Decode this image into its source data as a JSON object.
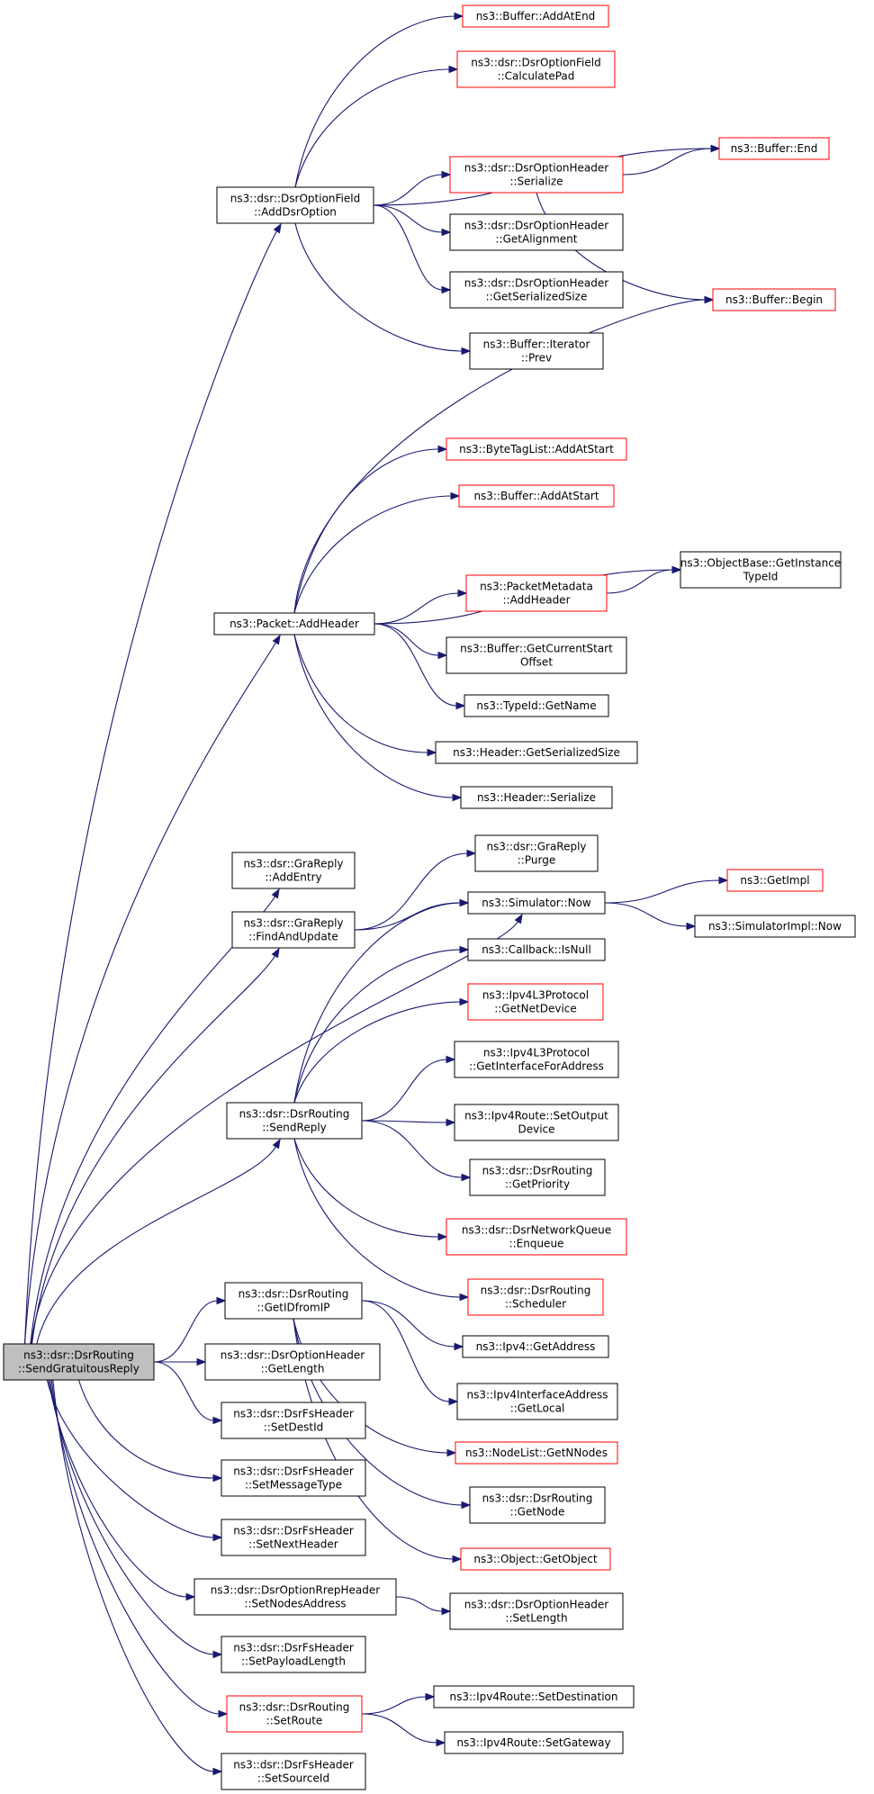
{
  "colors": {
    "edge": "#191970",
    "border_normal": "#000000",
    "border_truncated": "#ff0000",
    "root_fill": "#bfbfbf",
    "node_fill": "#ffffff"
  },
  "nodes": [
    {
      "id": "root",
      "lines": [
        "ns3::dsr::DsrRouting",
        "::SendGratuitousReply"
      ],
      "style": "root"
    },
    {
      "id": "addDsrOption",
      "lines": [
        "ns3::dsr::DsrOptionField",
        "::AddDsrOption"
      ],
      "style": "normal"
    },
    {
      "id": "bufAddAtEnd",
      "lines": [
        "ns3::Buffer::AddAtEnd"
      ],
      "style": "truncated"
    },
    {
      "id": "calcPad",
      "lines": [
        "ns3::dsr::DsrOptionField",
        "::CalculatePad"
      ],
      "style": "truncated"
    },
    {
      "id": "bufEnd",
      "lines": [
        "ns3::Buffer::End"
      ],
      "style": "truncated"
    },
    {
      "id": "ohSerialize",
      "lines": [
        "ns3::dsr::DsrOptionHeader",
        "::Serialize"
      ],
      "style": "truncated"
    },
    {
      "id": "ohAlign",
      "lines": [
        "ns3::dsr::DsrOptionHeader",
        "::GetAlignment"
      ],
      "style": "normal"
    },
    {
      "id": "ohSerSize",
      "lines": [
        "ns3::dsr::DsrOptionHeader",
        "::GetSerializedSize"
      ],
      "style": "normal"
    },
    {
      "id": "bufBegin",
      "lines": [
        "ns3::Buffer::Begin"
      ],
      "style": "truncated"
    },
    {
      "id": "iterPrev",
      "lines": [
        "ns3::Buffer::Iterator",
        "::Prev"
      ],
      "style": "normal"
    },
    {
      "id": "pktAddHeader",
      "lines": [
        "ns3::Packet::AddHeader"
      ],
      "style": "normal"
    },
    {
      "id": "btlAddAtStart",
      "lines": [
        "ns3::ByteTagList::AddAtStart"
      ],
      "style": "truncated"
    },
    {
      "id": "bufAddAtStart",
      "lines": [
        "ns3::Buffer::AddAtStart"
      ],
      "style": "truncated"
    },
    {
      "id": "objGetInst",
      "lines": [
        "ns3::ObjectBase::GetInstance",
        "TypeId"
      ],
      "style": "normal"
    },
    {
      "id": "pmAddHeader",
      "lines": [
        "ns3::PacketMetadata",
        "::AddHeader"
      ],
      "style": "truncated"
    },
    {
      "id": "bufCurStart",
      "lines": [
        "ns3::Buffer::GetCurrentStart",
        "Offset"
      ],
      "style": "normal"
    },
    {
      "id": "typeIdName",
      "lines": [
        "ns3::TypeId::GetName"
      ],
      "style": "normal"
    },
    {
      "id": "hdrSerSize",
      "lines": [
        "ns3::Header::GetSerializedSize"
      ],
      "style": "normal"
    },
    {
      "id": "hdrSerialize",
      "lines": [
        "ns3::Header::Serialize"
      ],
      "style": "normal"
    },
    {
      "id": "graAddEntry",
      "lines": [
        "ns3::dsr::GraReply",
        "::AddEntry"
      ],
      "style": "normal"
    },
    {
      "id": "graPurge",
      "lines": [
        "ns3::dsr::GraReply",
        "::Purge"
      ],
      "style": "normal"
    },
    {
      "id": "graFind",
      "lines": [
        "ns3::dsr::GraReply",
        "::FindAndUpdate"
      ],
      "style": "normal"
    },
    {
      "id": "simNow",
      "lines": [
        "ns3::Simulator::Now"
      ],
      "style": "normal"
    },
    {
      "id": "getImpl",
      "lines": [
        "ns3::GetImpl"
      ],
      "style": "truncated"
    },
    {
      "id": "simImplNow",
      "lines": [
        "ns3::SimulatorImpl::Now"
      ],
      "style": "normal"
    },
    {
      "id": "cbIsNull",
      "lines": [
        "ns3::Callback::IsNull"
      ],
      "style": "normal"
    },
    {
      "id": "ipv4GetNetDev",
      "lines": [
        "ns3::Ipv4L3Protocol",
        "::GetNetDevice"
      ],
      "style": "truncated"
    },
    {
      "id": "ipv4GetIface",
      "lines": [
        "ns3::Ipv4L3Protocol",
        "::GetInterfaceForAddress"
      ],
      "style": "normal"
    },
    {
      "id": "sendReply",
      "lines": [
        "ns3::dsr::DsrRouting",
        "::SendReply"
      ],
      "style": "normal"
    },
    {
      "id": "routeSetOut",
      "lines": [
        "ns3::Ipv4Route::SetOutput",
        "Device"
      ],
      "style": "normal"
    },
    {
      "id": "getPriority",
      "lines": [
        "ns3::dsr::DsrRouting",
        "::GetPriority"
      ],
      "style": "normal"
    },
    {
      "id": "nqEnqueue",
      "lines": [
        "ns3::dsr::DsrNetworkQueue",
        "::Enqueue"
      ],
      "style": "truncated"
    },
    {
      "id": "scheduler",
      "lines": [
        "ns3::dsr::DsrRouting",
        "::Scheduler"
      ],
      "style": "truncated"
    },
    {
      "id": "getIDfromIP",
      "lines": [
        "ns3::dsr::DsrRouting",
        "::GetIDfromIP"
      ],
      "style": "normal"
    },
    {
      "id": "ipv4GetAddr",
      "lines": [
        "ns3::Ipv4::GetAddress"
      ],
      "style": "normal"
    },
    {
      "id": "ohGetLength",
      "lines": [
        "ns3::dsr::DsrOptionHeader",
        "::GetLength"
      ],
      "style": "normal"
    },
    {
      "id": "ifaceGetLocal",
      "lines": [
        "ns3::Ipv4InterfaceAddress",
        "::GetLocal"
      ],
      "style": "normal"
    },
    {
      "id": "fsSetDest",
      "lines": [
        "ns3::dsr::DsrFsHeader",
        "::SetDestId"
      ],
      "style": "normal"
    },
    {
      "id": "nlGetN",
      "lines": [
        "ns3::NodeList::GetNNodes"
      ],
      "style": "truncated"
    },
    {
      "id": "fsSetMsg",
      "lines": [
        "ns3::dsr::DsrFsHeader",
        "::SetMessageType"
      ],
      "style": "normal"
    },
    {
      "id": "drGetNode",
      "lines": [
        "ns3::dsr::DsrRouting",
        "::GetNode"
      ],
      "style": "normal"
    },
    {
      "id": "fsSetNext",
      "lines": [
        "ns3::dsr::DsrFsHeader",
        "::SetNextHeader"
      ],
      "style": "normal"
    },
    {
      "id": "objGetObj",
      "lines": [
        "ns3::Object::GetObject"
      ],
      "style": "truncated"
    },
    {
      "id": "rrepSetAddr",
      "lines": [
        "ns3::dsr::DsrOptionRrepHeader",
        "::SetNodesAddress"
      ],
      "style": "normal"
    },
    {
      "id": "ohSetLength",
      "lines": [
        "ns3::dsr::DsrOptionHeader",
        "::SetLength"
      ],
      "style": "normal"
    },
    {
      "id": "fsSetPayload",
      "lines": [
        "ns3::dsr::DsrFsHeader",
        "::SetPayloadLength"
      ],
      "style": "normal"
    },
    {
      "id": "drSetRoute",
      "lines": [
        "ns3::dsr::DsrRouting",
        "::SetRoute"
      ],
      "style": "truncated"
    },
    {
      "id": "routeSetDest",
      "lines": [
        "ns3::Ipv4Route::SetDestination"
      ],
      "style": "normal"
    },
    {
      "id": "routeSetGw",
      "lines": [
        "ns3::Ipv4Route::SetGateway"
      ],
      "style": "normal"
    },
    {
      "id": "fsSetSrc",
      "lines": [
        "ns3::dsr::DsrFsHeader",
        "::SetSourceId"
      ],
      "style": "normal"
    }
  ],
  "edges": [
    [
      "root",
      "addDsrOption"
    ],
    [
      "root",
      "pktAddHeader"
    ],
    [
      "root",
      "graAddEntry"
    ],
    [
      "root",
      "graFind"
    ],
    [
      "root",
      "simNow"
    ],
    [
      "root",
      "sendReply"
    ],
    [
      "root",
      "getIDfromIP"
    ],
    [
      "root",
      "ohGetLength"
    ],
    [
      "root",
      "fsSetDest"
    ],
    [
      "root",
      "fsSetMsg"
    ],
    [
      "root",
      "fsSetNext"
    ],
    [
      "root",
      "rrepSetAddr"
    ],
    [
      "root",
      "fsSetPayload"
    ],
    [
      "root",
      "drSetRoute"
    ],
    [
      "root",
      "fsSetSrc"
    ],
    [
      "addDsrOption",
      "bufAddAtEnd"
    ],
    [
      "addDsrOption",
      "calcPad"
    ],
    [
      "addDsrOption",
      "bufEnd"
    ],
    [
      "addDsrOption",
      "ohSerialize"
    ],
    [
      "addDsrOption",
      "ohAlign"
    ],
    [
      "addDsrOption",
      "ohSerSize"
    ],
    [
      "addDsrOption",
      "iterPrev"
    ],
    [
      "ohSerialize",
      "bufEnd"
    ],
    [
      "ohSerialize",
      "bufBegin"
    ],
    [
      "pktAddHeader",
      "bufBegin"
    ],
    [
      "pktAddHeader",
      "btlAddAtStart"
    ],
    [
      "pktAddHeader",
      "bufAddAtStart"
    ],
    [
      "pktAddHeader",
      "objGetInst"
    ],
    [
      "pktAddHeader",
      "pmAddHeader"
    ],
    [
      "pktAddHeader",
      "bufCurStart"
    ],
    [
      "pktAddHeader",
      "typeIdName"
    ],
    [
      "pktAddHeader",
      "hdrSerSize"
    ],
    [
      "pktAddHeader",
      "hdrSerialize"
    ],
    [
      "pmAddHeader",
      "objGetInst"
    ],
    [
      "graFind",
      "graPurge"
    ],
    [
      "graFind",
      "simNow"
    ],
    [
      "simNow",
      "getImpl"
    ],
    [
      "simNow",
      "simImplNow"
    ],
    [
      "sendReply",
      "simNow"
    ],
    [
      "sendReply",
      "cbIsNull"
    ],
    [
      "sendReply",
      "ipv4GetNetDev"
    ],
    [
      "sendReply",
      "ipv4GetIface"
    ],
    [
      "sendReply",
      "routeSetOut"
    ],
    [
      "sendReply",
      "getPriority"
    ],
    [
      "sendReply",
      "nqEnqueue"
    ],
    [
      "sendReply",
      "scheduler"
    ],
    [
      "getIDfromIP",
      "ipv4GetAddr"
    ],
    [
      "getIDfromIP",
      "ifaceGetLocal"
    ],
    [
      "getIDfromIP",
      "nlGetN"
    ],
    [
      "getIDfromIP",
      "drGetNode"
    ],
    [
      "getIDfromIP",
      "objGetObj"
    ],
    [
      "rrepSetAddr",
      "ohSetLength"
    ],
    [
      "drSetRoute",
      "routeSetDest"
    ],
    [
      "drSetRoute",
      "routeSetGw"
    ]
  ]
}
